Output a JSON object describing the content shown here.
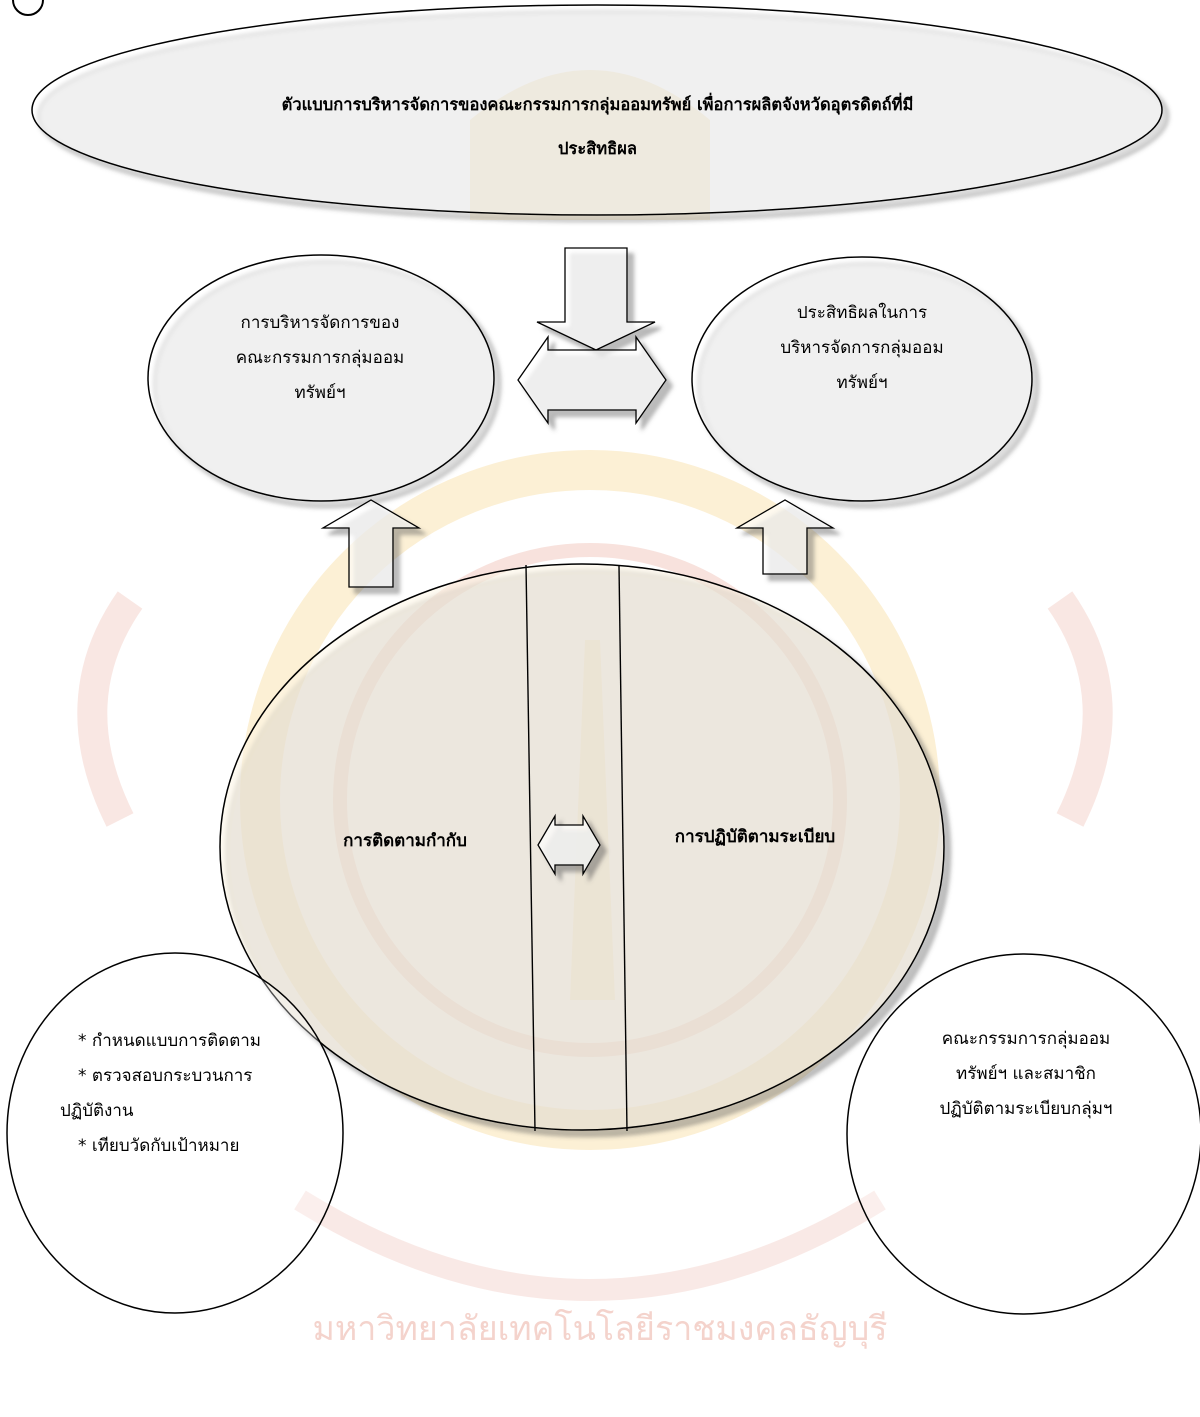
{
  "watermark": {
    "text": "มหาวิทยาลัยเทคโนโลยีราชมงคลธัญบุรี",
    "color": "#e9a79a",
    "accent": "#f3c766"
  },
  "title": {
    "line1": "ตัวแบบการบริหารจัดการของคณะกรรมการกลุ่มออมทรัพย์   เพื่อการผลิตจังหวัดอุตรดิตถ์ที่มี",
    "line2": "ประสิทธิผล"
  },
  "management": {
    "lines": [
      "การบริหารจัดการของ",
      "คณะกรรมการกลุ่มออม",
      "ทรัพย์ฯ"
    ]
  },
  "effectiveness": {
    "lines": [
      "ประสิทธิผลในการ",
      "บริหารจัดการกลุ่มออม",
      "ทรัพย์ฯ"
    ]
  },
  "core": {
    "left": "การติดตามกำกับ",
    "right": "การปฏิบัติตามระเบียบ"
  },
  "monitoring_detail": {
    "lines": [
      "* กำหนดแบบการติดตาม",
      "* ตรวจสอบกระบวนการ",
      "ปฏิบัติงาน",
      "* เทียบวัดกับเป้าหมาย"
    ]
  },
  "compliance_detail": {
    "lines": [
      "คณะกรรมการกลุ่มออม",
      "ทรัพย์ฯ และสมาชิก",
      "ปฏิบัติตามระเบียบกลุ่มฯ"
    ]
  }
}
